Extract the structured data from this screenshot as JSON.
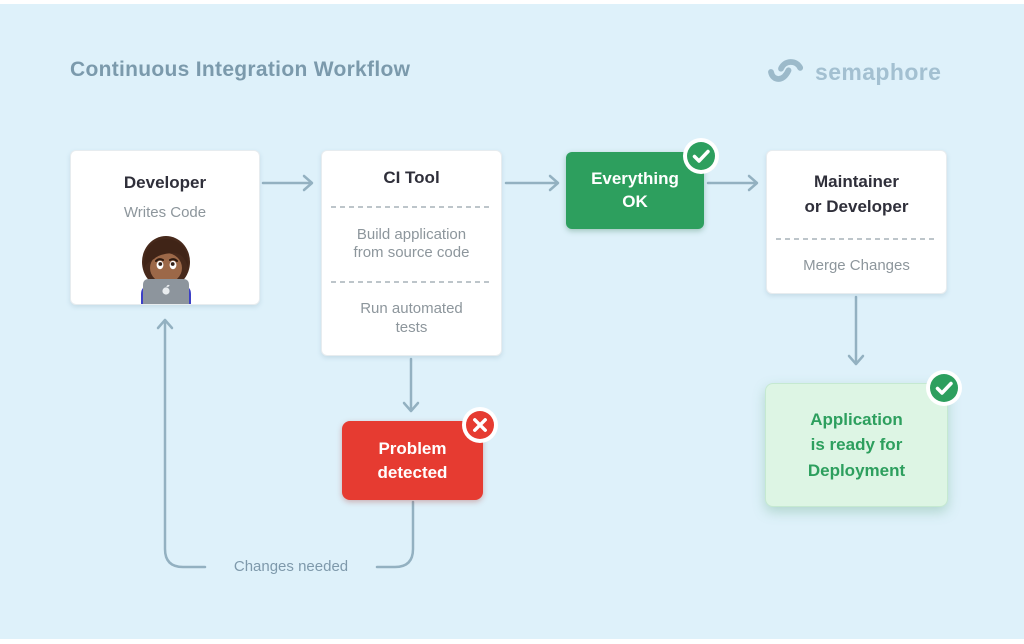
{
  "title": "Continuous Integration Workflow",
  "logo": {
    "brand": "semaphore"
  },
  "nodes": {
    "developer": {
      "title": "Developer",
      "subtitle": "Writes Code",
      "emoji": "woman-technologist"
    },
    "ci_tool": {
      "title": "CI Tool",
      "steps": [
        "Build application\nfrom source code",
        "Run automated\ntests"
      ]
    },
    "everything_ok": {
      "label": "Everything\nOK",
      "badge": "check"
    },
    "maintainer": {
      "title": "Maintainer\nor Developer",
      "subtitle": "Merge Changes"
    },
    "problem": {
      "label": "Problem\ndetected",
      "badge": "cross"
    },
    "deployment": {
      "label": "Application\nis ready for\nDeployment",
      "badge": "check"
    }
  },
  "labels": {
    "changes_needed": "Changes needed"
  },
  "colors": {
    "background": "#def1fa",
    "success_green": "#2d9f5e",
    "error_red": "#e63b31",
    "success_light_bg": "#ddf5e4",
    "arrow": "#93b1c1",
    "title_text": "#7b9aac",
    "brand_text": "#a3c0d1",
    "dark_text": "#2f2f3a",
    "muted_text": "#8d969c"
  }
}
